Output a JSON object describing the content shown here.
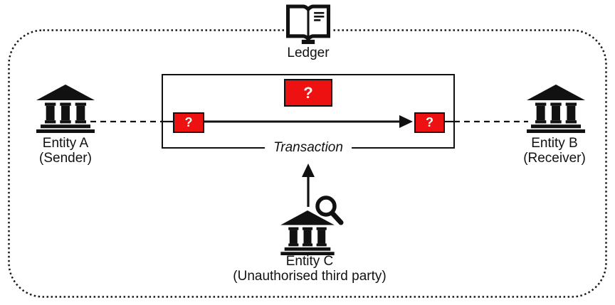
{
  "diagram": {
    "ledger": {
      "label": "Ledger"
    },
    "entity_a": {
      "name": "Entity A",
      "role": "(Sender)"
    },
    "entity_b": {
      "name": "Entity B",
      "role": "(Receiver)"
    },
    "entity_c": {
      "name": "Entity C",
      "role": "(Unauthorised third party)"
    },
    "transaction": {
      "label": "Transaction",
      "masked_fields": {
        "top": "?",
        "left": "?",
        "right": "?"
      }
    },
    "icons": {
      "ledger": "open-book-icon",
      "entity_a": "bank-icon",
      "entity_b": "bank-icon",
      "entity_c": "bank-icon",
      "entity_c_overlay": "magnifier-icon"
    },
    "colors": {
      "masked_field_bg": "#ee1111",
      "masked_field_text": "#ffffff",
      "ink": "#111111",
      "background": "#ffffff"
    }
  }
}
